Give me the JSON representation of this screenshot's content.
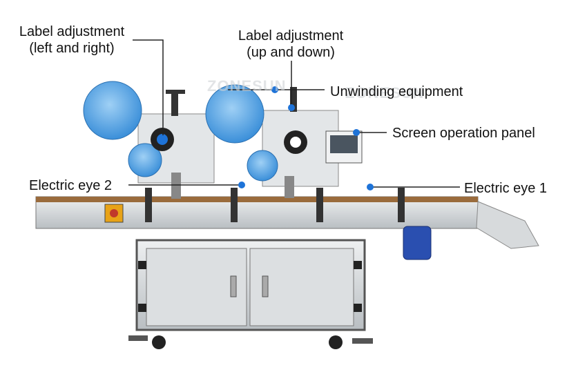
{
  "watermark": "ZONESUN",
  "colors": {
    "accent_dot": "#1e73d8",
    "leader_line": "#222222",
    "machine_steel": "#c9cdd0",
    "label_roll": "#3b8fd9",
    "motor": "#2a4fb0",
    "stop_button": "#e8a317"
  },
  "callouts": {
    "lr_line1": "Label adjustment",
    "lr_line2": "(left and right)",
    "ud_line1": "Label adjustment",
    "ud_line2": "(up and down)",
    "unwinding": "Unwinding equipment",
    "screen": "Screen operation panel",
    "eye2": "Electric eye 2",
    "eye1": "Electric eye 1"
  }
}
